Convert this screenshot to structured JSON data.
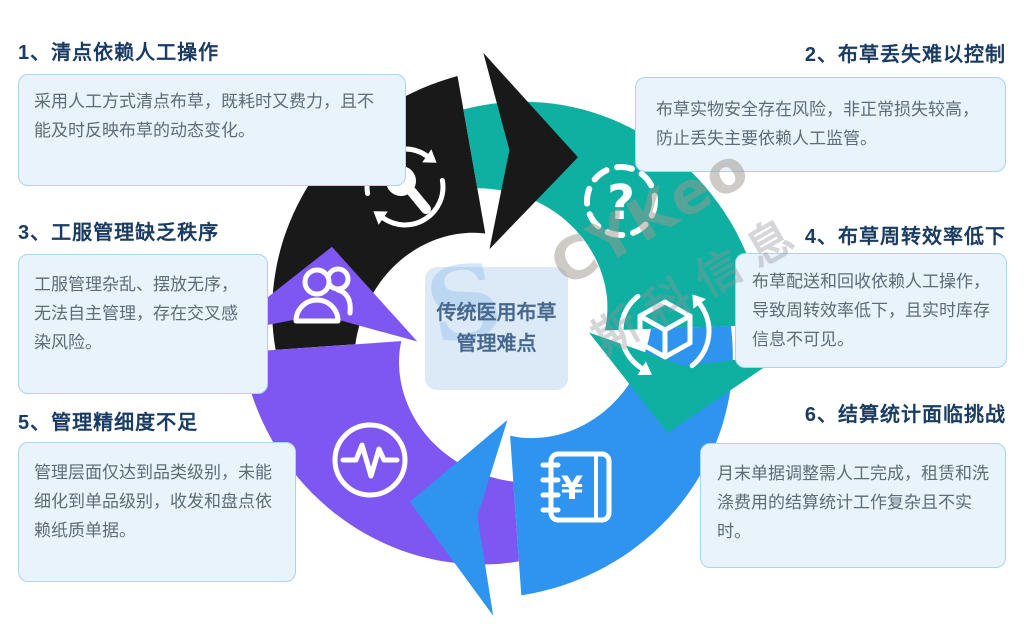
{
  "title": "传统医用布草管理难点",
  "center": {
    "line1": "传统医用布草",
    "line2": "管理难点"
  },
  "items": [
    {
      "title": "1、清点依赖人工操作",
      "desc": "采用人工方式清点布草，既耗时又费力，且不能及时反映布草的动态变化。"
    },
    {
      "title": "2、布草丢失难以控制",
      "desc": "布草实物安全存在风险，非正常损失较高，防止丢失主要依赖人工监管。"
    },
    {
      "title": "3、工服管理缺乏秩序",
      "desc": "工服管理杂乱、摆放无序，无法自主管理，存在交叉感染风险。"
    },
    {
      "title": "4、布草周转效率低下",
      "desc": "布草配送和回收依赖人工操作，导致周转效率低下，且实时库存信息不可见。"
    },
    {
      "title": "5、管理精细度不足",
      "desc": "管理层面仅达到品类级别，未能细化到单品级别，收发和盘点依赖纸质单据。"
    },
    {
      "title": "6、结算统计面临挑战",
      "desc": "月末单据调整需人工完成，租赁和洗涤费用的结算统计工作复杂且不实时。"
    }
  ],
  "diagram": {
    "direction": "clockwise",
    "segments": [
      {
        "name": "black-segment",
        "icons": [
          "search-refresh-icon"
        ]
      },
      {
        "name": "teal-segment",
        "icons": [
          "question-icon",
          "cube-sync-icon"
        ]
      },
      {
        "name": "blue-segment",
        "icons": [
          "ledger-icon"
        ]
      },
      {
        "name": "purple-segment",
        "icons": [
          "people-icon",
          "pulse-icon"
        ]
      }
    ],
    "glyphs": {
      "question": "?",
      "yen": "¥",
      "swirl": "S"
    }
  },
  "watermark": {
    "brand": "CYKeo",
    "company": "斯科信息"
  },
  "colors": {
    "segment_black": "#191919",
    "segment_teal": "#0fb0a2",
    "segment_blue": "#2f94ef",
    "segment_purple": "#7e57f3",
    "box_bg": "#e8f3fb",
    "box_border": "#abd4ee",
    "heading_text": "#1a3c63",
    "body_text": "#5f6b76",
    "center_bg": "#dce9f7",
    "center_text": "#47688e"
  }
}
